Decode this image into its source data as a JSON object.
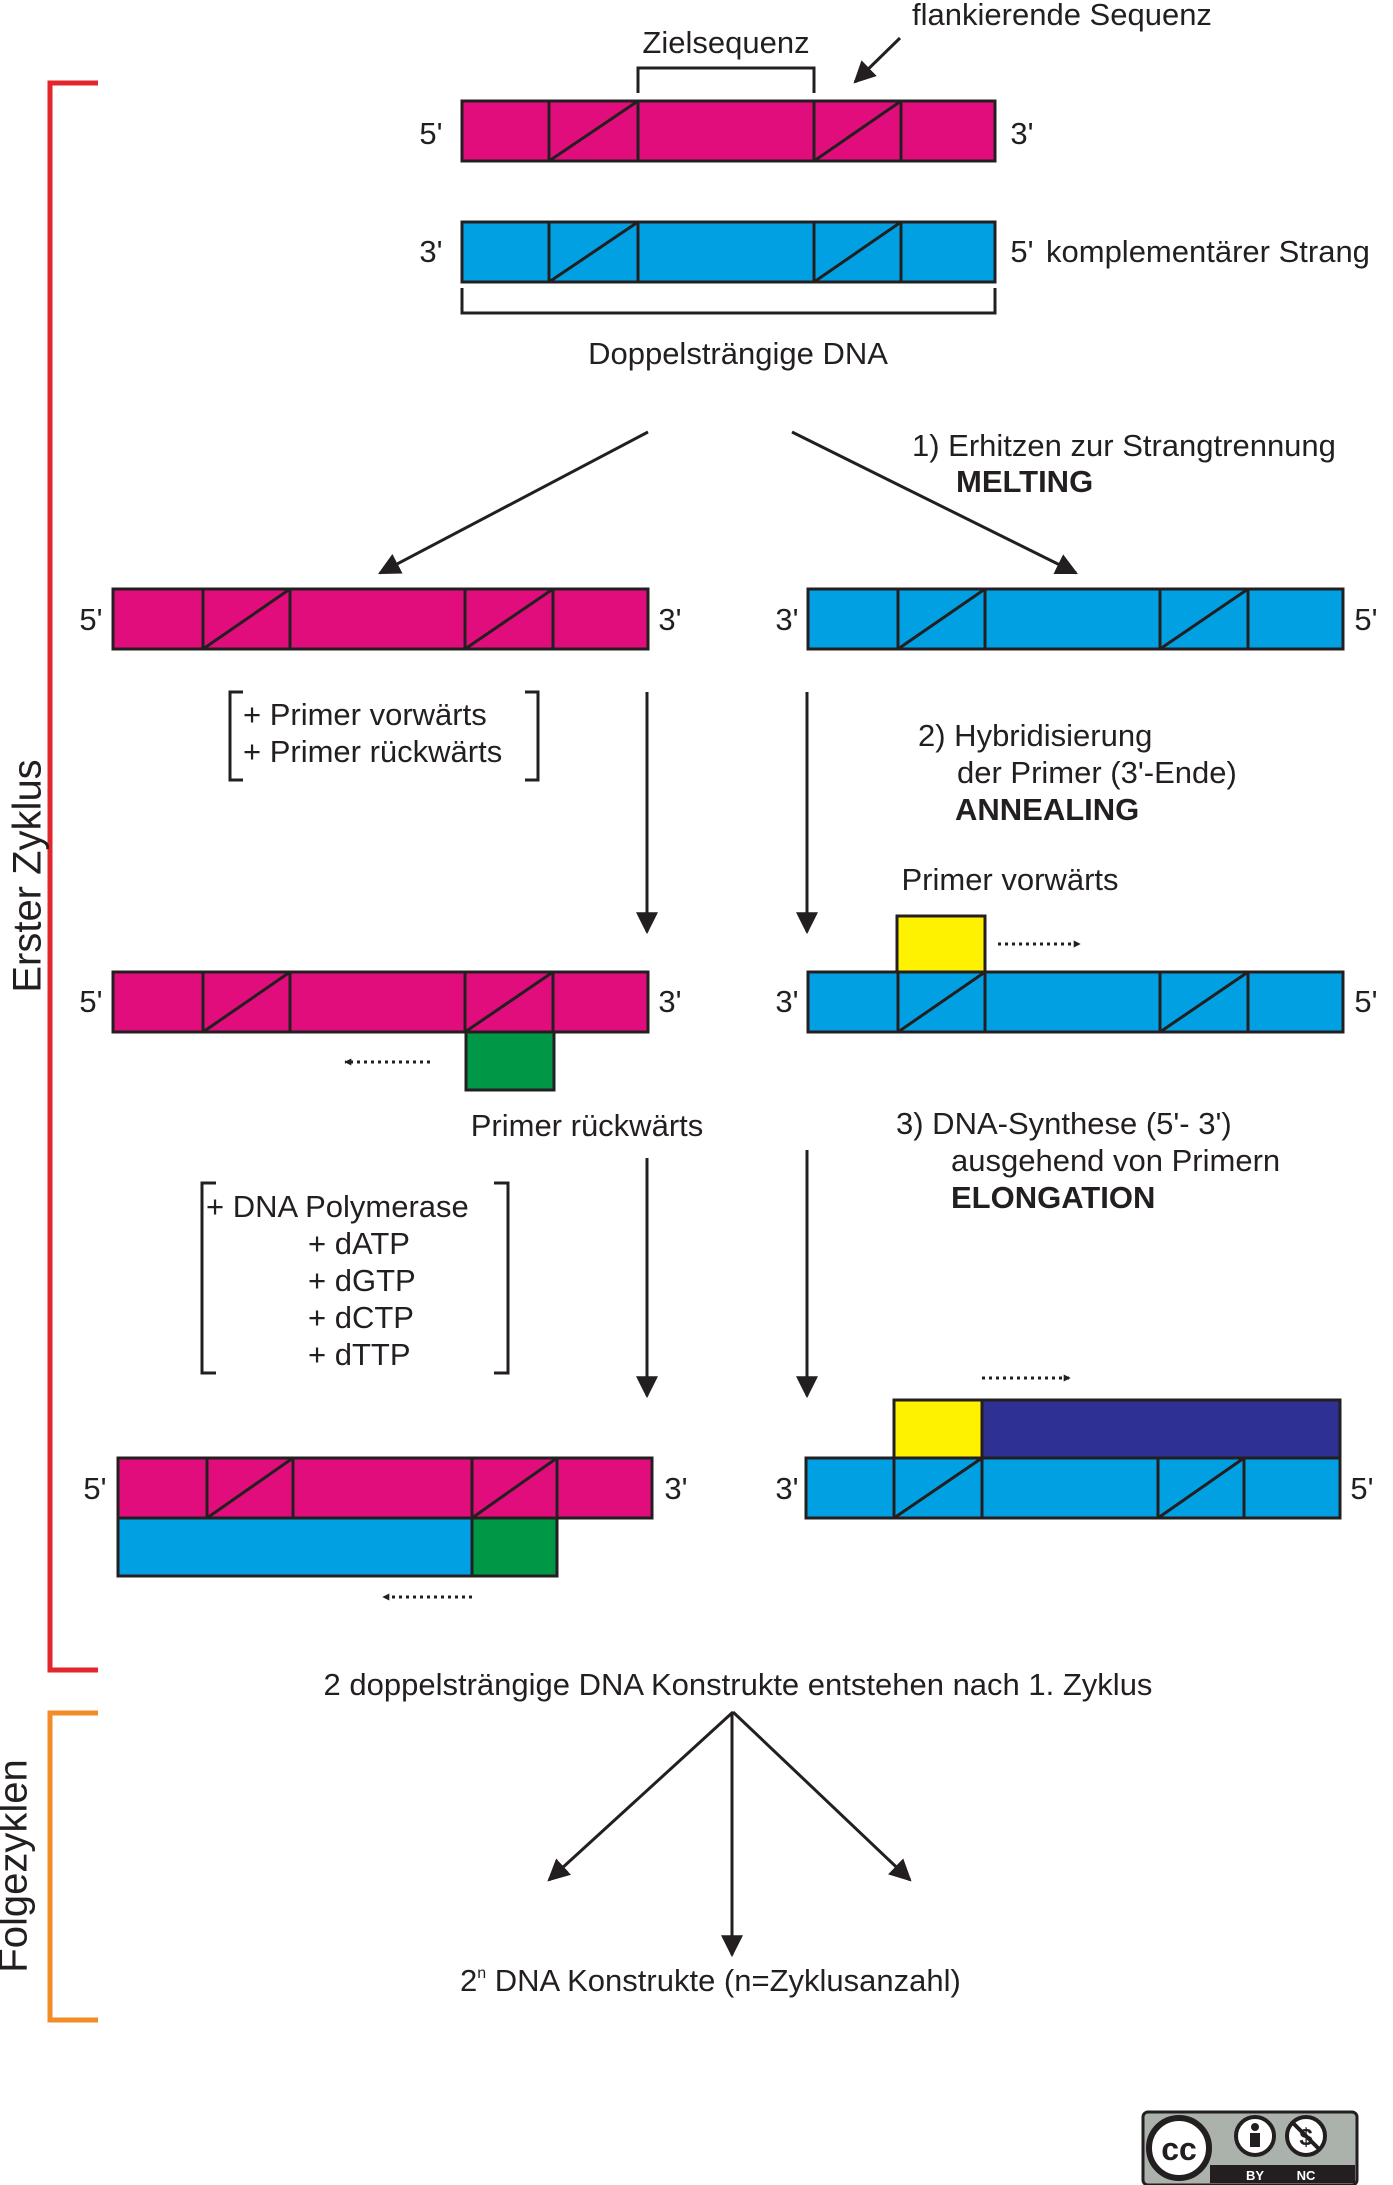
{
  "colors": {
    "strand_forward": "#e20d7d",
    "strand_reverse": "#00a0e3",
    "primer_forward": "#fff200",
    "primer_reverse": "#009846",
    "synthesized": "#2e3192",
    "bracket_first_cycle": "#e3262b",
    "bracket_following": "#f28c28",
    "outline": "#231f20"
  },
  "labels": {
    "target_sequence": "Zielsequenz",
    "flanking_sequence": "flankierende Sequenz",
    "complementary_strand": "komplementärer Strang",
    "double_stranded_dna": "Doppelsträngige DNA",
    "first_cycle": "Erster Zyklus",
    "following_cycles": "Folgezyklen",
    "five_prime": "5'",
    "three_prime": "3'"
  },
  "steps": {
    "melting": {
      "line1": "1) Erhitzen zur Strangtrennung",
      "name": "MELTING"
    },
    "annealing": {
      "line1": "2) Hybridisierung",
      "line2": "der Primer (3'-Ende)",
      "name": "ANNEALING"
    },
    "elongation": {
      "line1": "3) DNA-Synthese (5'- 3')",
      "line2": "ausgehend von Primern",
      "name": "ELONGATION"
    }
  },
  "reagents": {
    "primers": [
      "+ Primer vorwärts",
      "+ Primer rückwärts"
    ],
    "synthesis": [
      "+ DNA Polymerase",
      "+ dATP",
      "+ dGTP",
      "+ dCTP",
      "+ dTTP"
    ]
  },
  "primer_labels": {
    "forward": "Primer vorwärts",
    "reverse": "Primer rückwärts"
  },
  "results": {
    "after_first_cycle": "2 doppelsträngige DNA Konstrukte entstehen nach 1. Zyklus",
    "final_base": "2",
    "final_exponent": "n",
    "final_rest": " DNA Konstrukte (n=Zyklusanzahl)"
  },
  "license": {
    "cc": "cc",
    "by": "BY",
    "nc": "NC"
  }
}
